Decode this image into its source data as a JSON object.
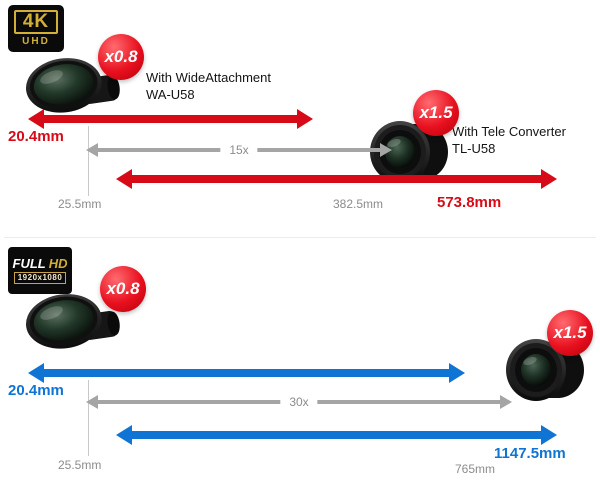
{
  "colors": {
    "red": "#d70b17",
    "blue": "#0f74d4",
    "gray_arrow": "#a5a5a5",
    "gray_text": "#8c8c8c",
    "gold": "#d4af37"
  },
  "uhd_section": {
    "logo_main": "4K",
    "logo_sub": "UHD",
    "wide_badge": "x0.8",
    "wide_label_line1": "With WideAttachment",
    "wide_label_line2": "WA-U58",
    "wide_focal": "20.4mm",
    "zoom_factor": "15x",
    "tele_badge": "x1.5",
    "tele_label_line1": "With Tele Converter",
    "tele_label_line2": "TL-U58",
    "tele_focal": "573.8mm",
    "base_wide_focal": "25.5mm",
    "base_tele_focal": "382.5mm"
  },
  "fhd_section": {
    "logo_main_1": "FULL",
    "logo_main_2": "HD",
    "logo_sub": "1920x1080",
    "wide_badge": "x0.8",
    "wide_focal": "20.4mm",
    "zoom_factor": "30x",
    "tele_badge": "x1.5",
    "tele_focal": "1147.5mm",
    "base_wide_focal": "25.5mm",
    "base_tele_focal": "765mm"
  }
}
